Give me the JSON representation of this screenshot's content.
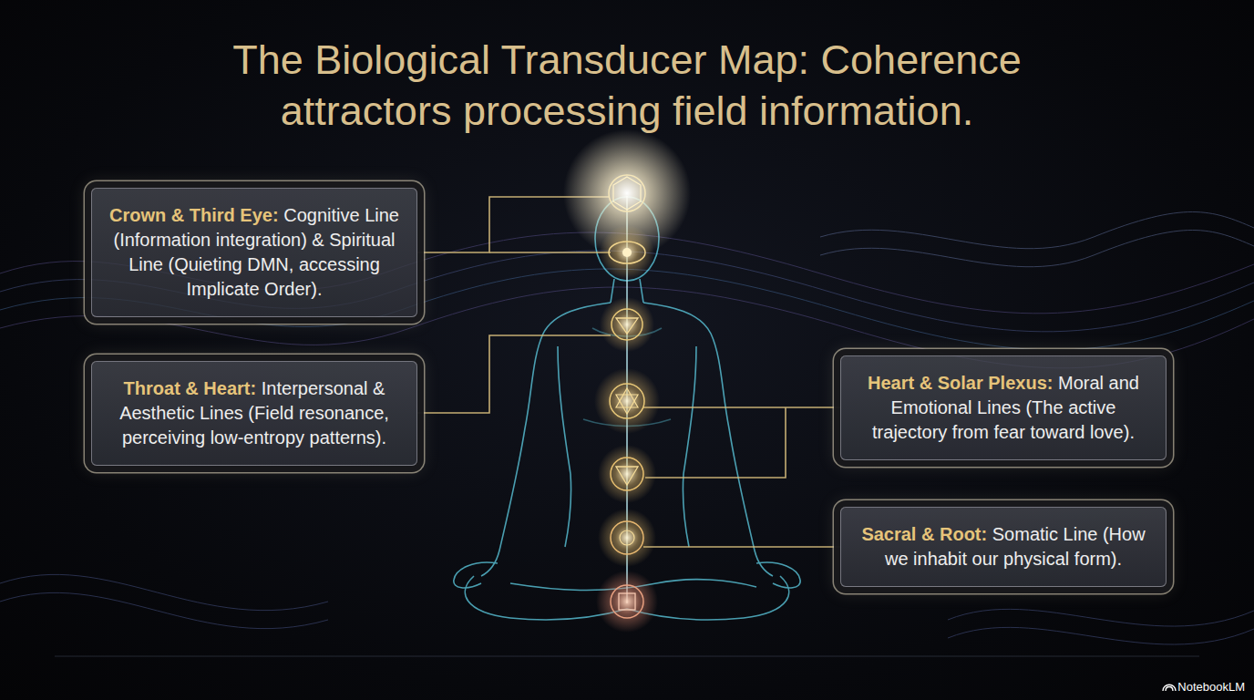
{
  "diagram": {
    "title": "The Biological Transducer Map: Coherence attractors processing field information.",
    "nodes": [
      {
        "text": [
          "Crown & Third Eye:",
          "Cognitive Line (Information integration) & Spiritual Line (Quieting DMN, accessing Implicate Order)."
        ]
      },
      {
        "text": [
          "Throat & Heart:",
          "Interpersonal & Aesthetic Lines (Field resonance, perceiving low-entropy patterns)."
        ]
      },
      {
        "text": [
          "Heart & Solar Plexus:",
          "Moral and Emotional Lines (The active trajectory from fear toward love)."
        ]
      },
      {
        "text": [
          "Sacral & Root:",
          "Somatic Line (How we inhabit our physical form)."
        ]
      }
    ],
    "labels": [
      "NotebookLM"
    ]
  }
}
